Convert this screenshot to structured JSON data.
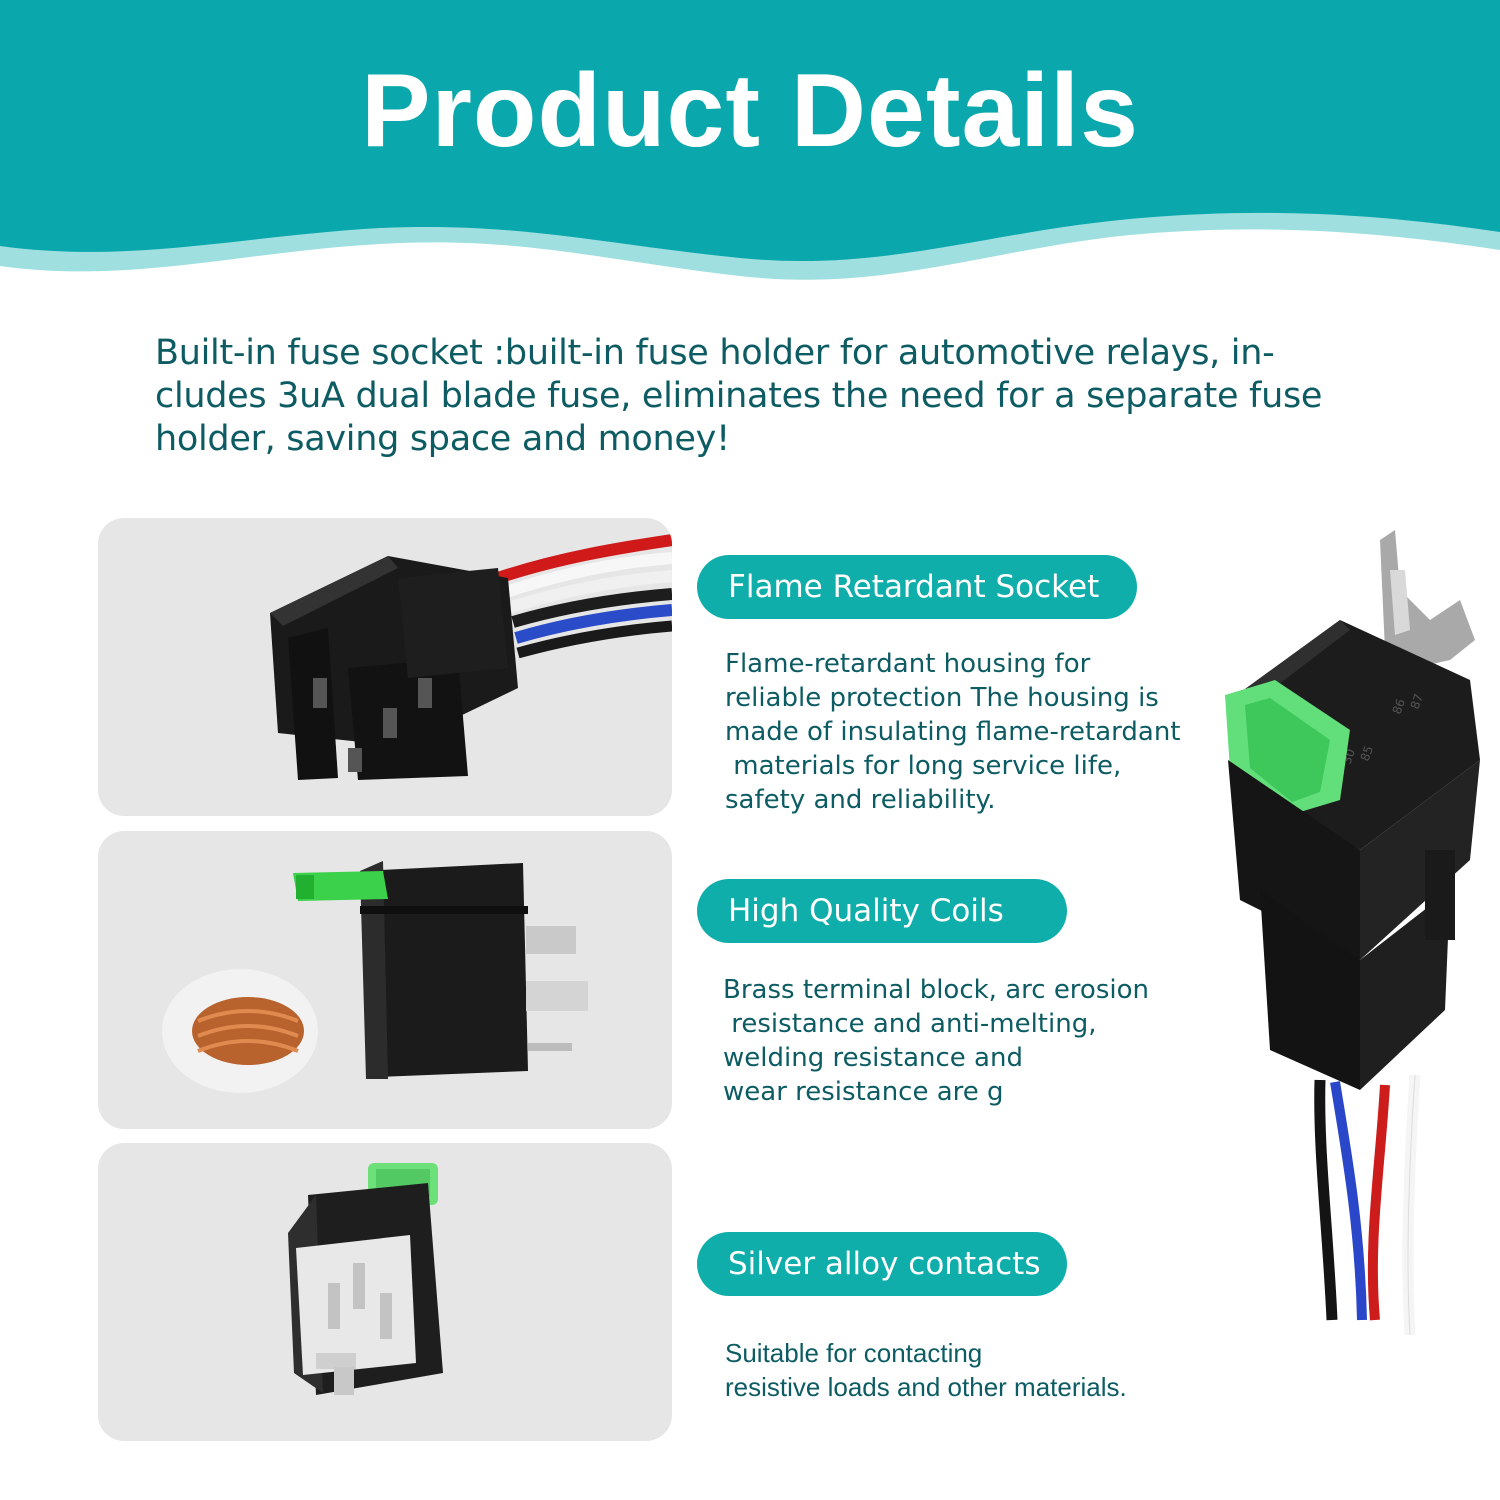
{
  "header": {
    "title": "Product Details",
    "color_dark": "#0aa8ac",
    "color_light": "#9fdfe0"
  },
  "intro": {
    "text": "Built-in fuse socket :built-in fuse holder for automotive relays, in-\ncludes 3uA dual blade fuse, eliminates the need for a separate fuse\nholder, saving space and money!"
  },
  "features": [
    {
      "label": "Flame Retardant Socket",
      "description": "Flame-retardant housing for\nreliable protection The housing is\nmade of insulating flame-retardant\n materials for long service life,\nsafety and reliability."
    },
    {
      "label": "High Quality Coils",
      "description": "Brass terminal block, arc erosion\n resistance and anti-melting,\nwelding resistance and\nwear resistance are g"
    },
    {
      "label": "Silver alloy contacts",
      "description": "Suitable for contacting\nresistive loads and other materials."
    }
  ],
  "relay_labels": {
    "pin_a": "30",
    "pin_b": "85",
    "pin_c": "86",
    "pin_d": "87"
  },
  "colors": {
    "accent": "#10aeaa",
    "text": "#0d5c63",
    "panel": "#e6e6e6"
  }
}
